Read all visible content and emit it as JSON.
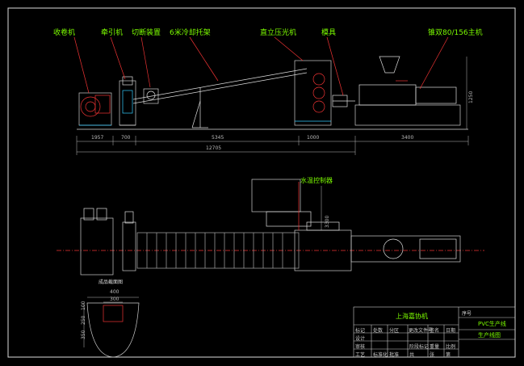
{
  "side_view": {
    "labels": {
      "winder": "收卷机",
      "haul_off": "牵引机",
      "cutter": "切断装置",
      "cooling_frame": "6米冷却托架",
      "calender": "直立压光机",
      "die": "模具",
      "extruder": "锥双80/156主机"
    },
    "dimensions": {
      "d1": "1957",
      "d2": "700",
      "d3": "5345",
      "d4": "1000",
      "d5": "3400",
      "total": "12705",
      "height": "1250"
    }
  },
  "plan_view": {
    "labels": {
      "water_control": "水温控制器"
    },
    "dimensions": {
      "height": "3300"
    }
  },
  "detail_view": {
    "labels": {
      "title": "成品截面图"
    },
    "dimensions": {
      "w400": "400",
      "w300": "300",
      "h1": "100",
      "h2": "250",
      "h3": "350"
    }
  },
  "title_block": {
    "company": "上海嘉协机",
    "product": "PVC生产线",
    "drawing": "生产线图",
    "drawing_no": "序号",
    "small": [
      "标记",
      "处数",
      "分区",
      "更改文件号",
      "签名",
      "日期",
      "设计",
      "审核",
      "工艺",
      "标准化",
      "批准",
      "阶段标记",
      "重量",
      "比例",
      "共",
      "张",
      "第"
    ]
  }
}
